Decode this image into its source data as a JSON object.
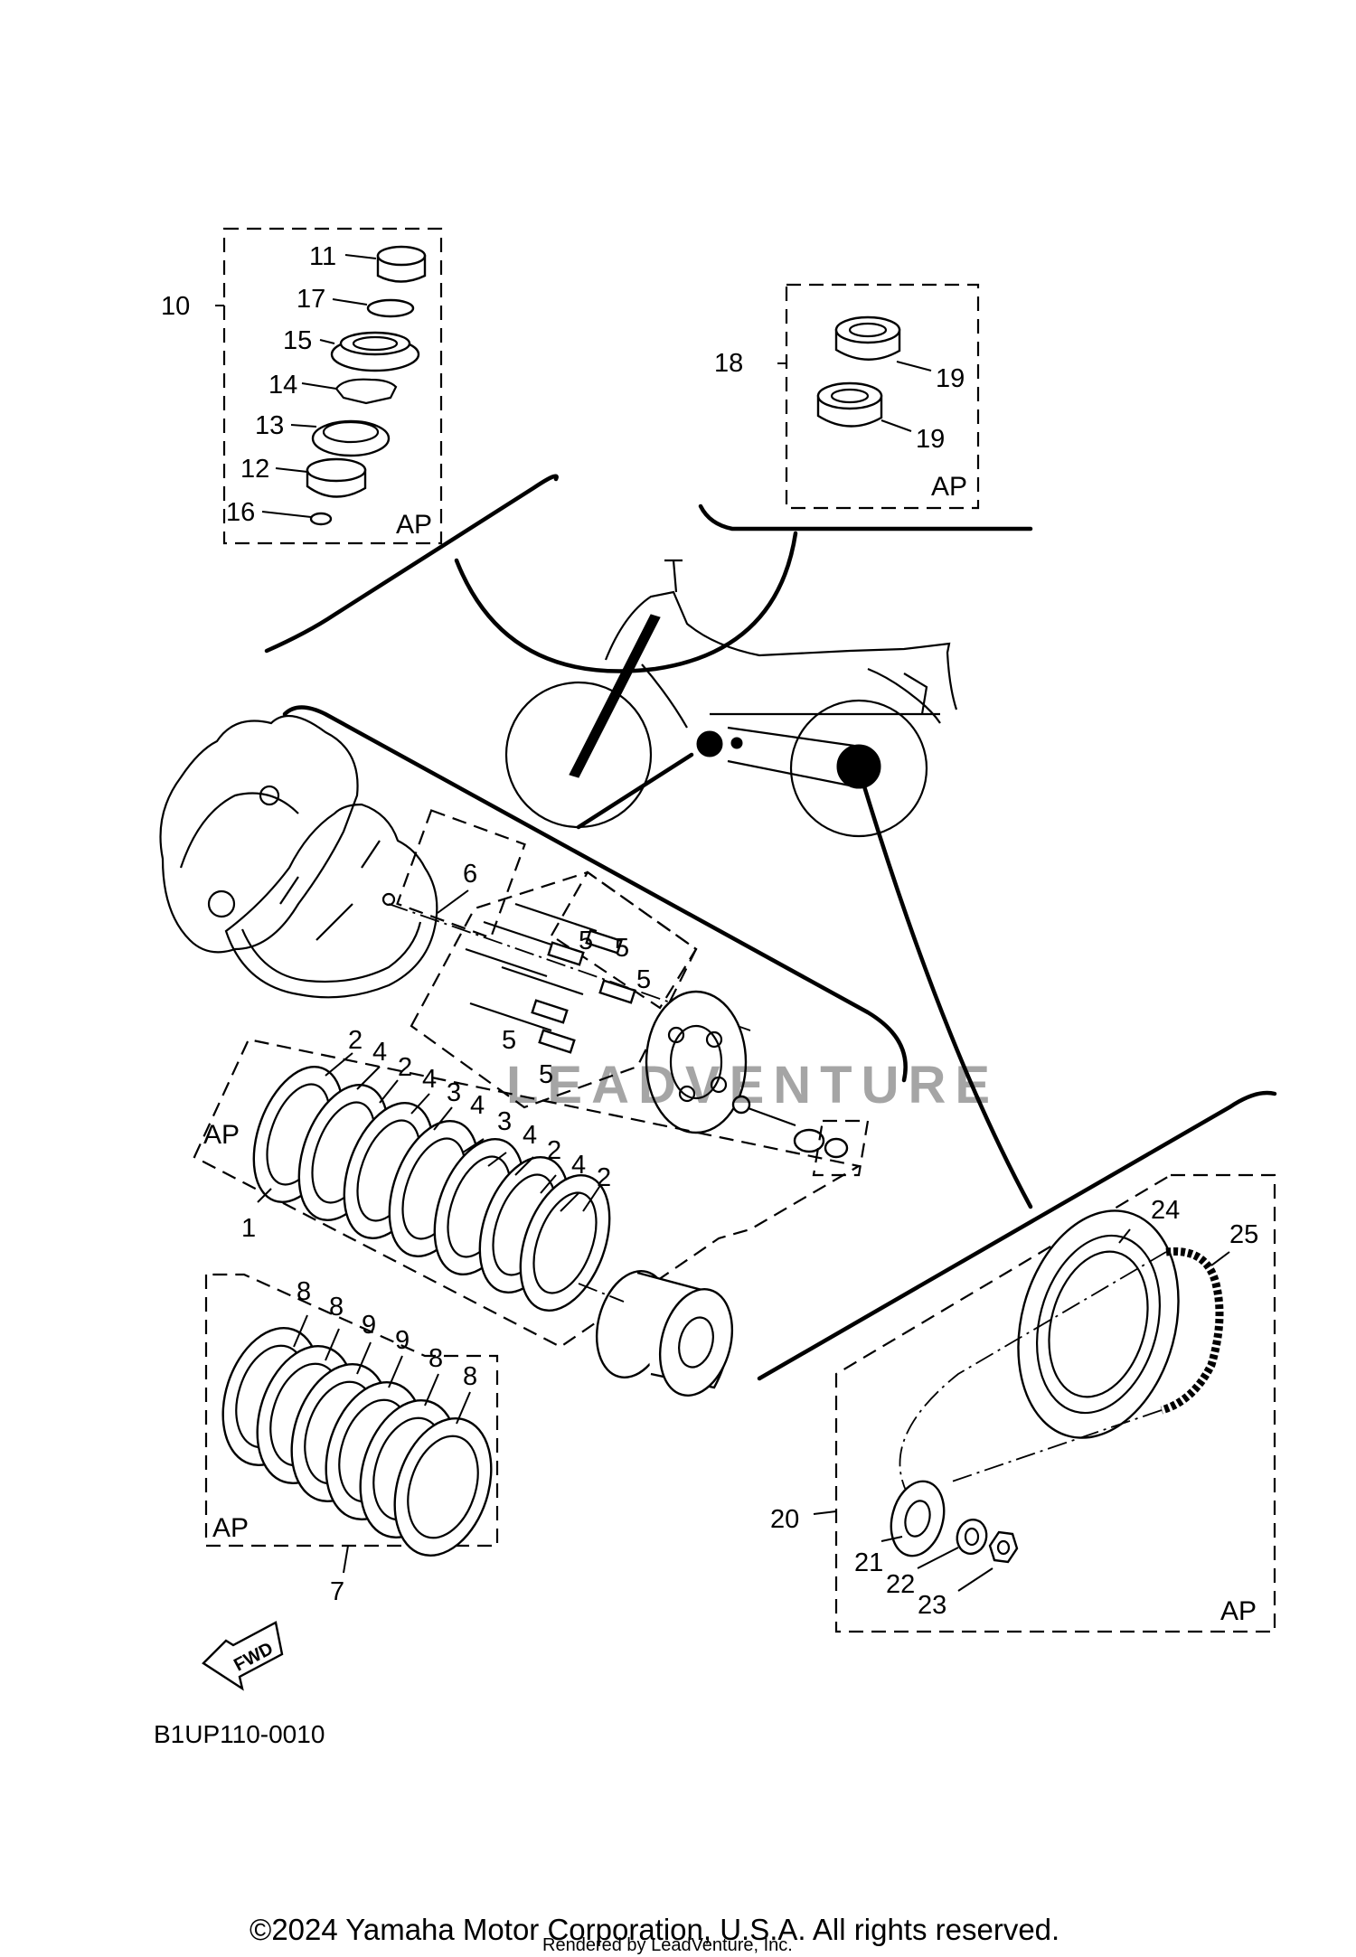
{
  "diagram": {
    "callouts": [
      "1",
      "2",
      "2",
      "2",
      "2",
      "3",
      "3",
      "4",
      "4",
      "4",
      "4",
      "5",
      "5",
      "5",
      "5",
      "5",
      "6",
      "7",
      "8",
      "8",
      "8",
      "8",
      "9",
      "9",
      "10",
      "11",
      "12",
      "13",
      "14",
      "15",
      "16",
      "17",
      "18",
      "19",
      "19",
      "20",
      "21",
      "22",
      "23",
      "24",
      "25"
    ],
    "assembly_labels": {
      "steering_kit": "AP",
      "bearing_kit": "AP",
      "clutch_set": "AP",
      "friction_plate_set": "AP",
      "drive_chain_kit": "AP"
    },
    "fwd_label": "FWD",
    "diagram_code": "B1UP110-0010",
    "watermark": "LEADVENTURE",
    "copyright": "©2024 Yamaha Motor Corporation, U.S.A. All rights reserved.",
    "rendered_by": "Rendered by LeadVenture, Inc."
  }
}
